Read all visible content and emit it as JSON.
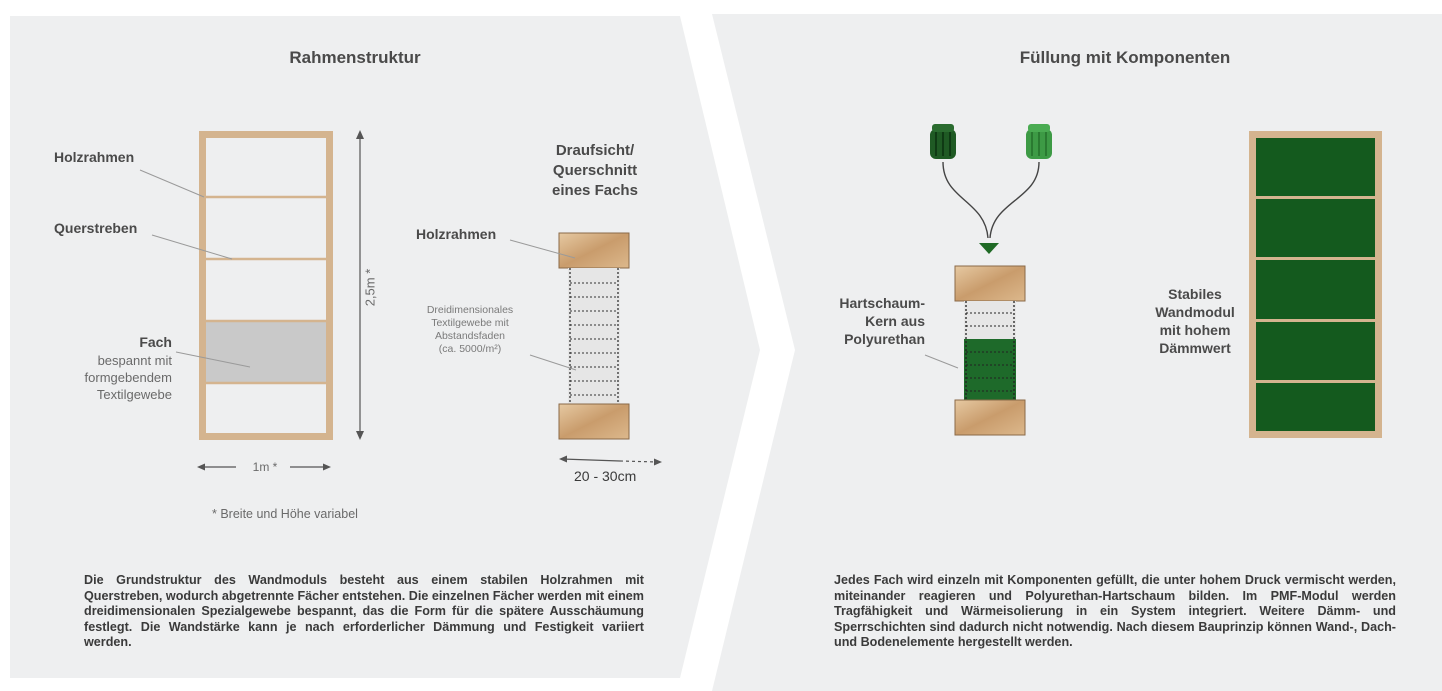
{
  "left_panel": {
    "title": "Rahmenstruktur",
    "label_holzrahmen": "Holzrahmen",
    "label_querstreben": "Querstreben",
    "label_fach": "Fach",
    "label_fach_desc": [
      "bespannt mit",
      "formgebendem",
      "Textilgewebe"
    ],
    "dim_height": "2,5m *",
    "dim_width": "1m *",
    "footnote": "* Breite und Höhe variabel",
    "section_title": [
      "Draufsicht/",
      "Querschnitt",
      "eines Fachs"
    ],
    "section_holzrahmen": "Holzrahmen",
    "section_textile": [
      "Dreidimensionales",
      "Textilgewebe mit",
      "Abstandsfaden",
      "(ca. 5000/m²)"
    ],
    "section_depth": "20 - 30cm",
    "description": "Die Grundstruktur des Wandmoduls besteht aus einem stabilen Holzrahmen mit Querstreben, wodurch abgetrennte Fächer entstehen. Die einzelnen Fächer werden mit einem dreidimensionalen Spezialgewebe bespannt, das die Form für die spätere Ausschäumung festlegt. Die Wandstärke kann je nach erforderlicher Dämmung und Festigkeit variiert werden."
  },
  "right_panel": {
    "title": "Füllung mit Komponenten",
    "label_foam": [
      "Hartschaum-",
      "Kern aus",
      "Polyurethan"
    ],
    "label_result": [
      "Stabiles",
      "Wandmodul",
      "mit hohem",
      "Dämmwert"
    ],
    "description": "Jedes Fach wird einzeln mit Komponenten gefüllt, die unter hohem Druck vermischt werden, miteinander reagieren und Polyurethan-Hartschaum bilden. Im PMF-Modul werden Tragfähigkeit und Wärmeisolierung in ein System integriert. Weitere Dämm- und Sperrschichten sind dadurch nicht notwendig. Nach diesem Bauprinzip können Wand-, Dach- und Bodenelemente hergestellt werden."
  },
  "colors": {
    "panel_bg": "#eeeff0",
    "wood": "#d4b48f",
    "dark_green": "#145a1e",
    "mid_green": "#2f8a3a",
    "textile_grey": "#c8c8c8"
  },
  "icons": [
    "canister-dark-green-icon",
    "canister-light-green-icon",
    "nozzle-icon"
  ]
}
